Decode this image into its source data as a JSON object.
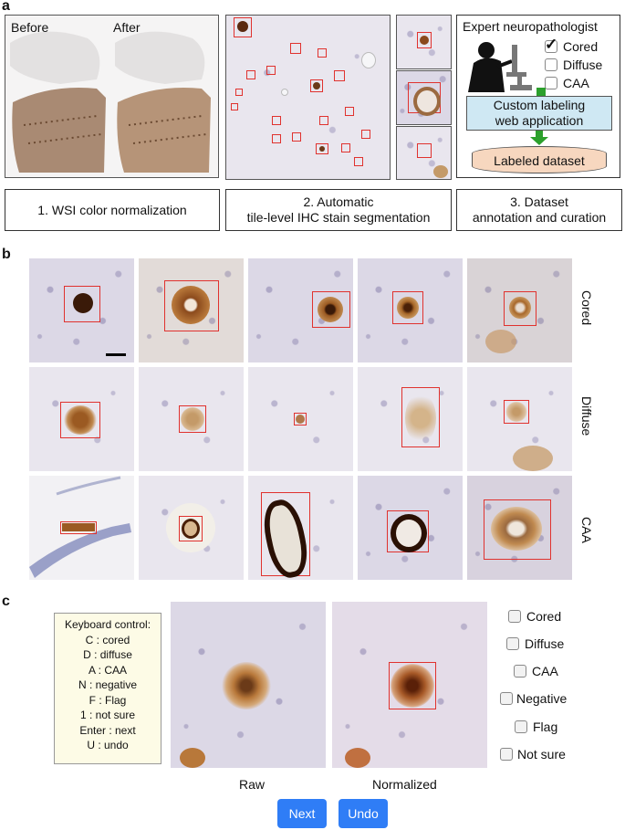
{
  "panels": {
    "a": "a",
    "b": "b",
    "c": "c"
  },
  "panel_a": {
    "wsi_before": "Before",
    "wsi_after": "After",
    "expert_title": "Expert neuropathologist",
    "checkbox_cored": "Cored",
    "checkbox_diffuse": "Diffuse",
    "checkbox_caa": "CAA",
    "checkmark": "✓",
    "web_app_line1": "Custom labeling",
    "web_app_line2": "web application",
    "labeled_dataset": "Labeled dataset",
    "step1": "1. WSI color normalization",
    "step2_line1": "2. Automatic",
    "step2_line2": "tile-level IHC stain segmentation",
    "step3_line1": "3. Dataset",
    "step3_line2": "annotation and curation"
  },
  "panel_b": {
    "row_labels": [
      "Cored",
      "Diffuse",
      "CAA"
    ]
  },
  "panel_c": {
    "keyboard_title": "Keyboard control:",
    "keys": [
      "C : cored",
      "D : diffuse",
      "A : CAA",
      "N : negative",
      "F : Flag",
      "1 : not sure",
      "Enter : next",
      "U : undo"
    ],
    "raw_label": "Raw",
    "normalized_label": "Normalized",
    "options": [
      "Cored",
      "Diffuse",
      "CAA",
      "Negative",
      "Flag",
      "Not sure"
    ],
    "next_button": "Next",
    "undo_button": "Undo"
  },
  "colors": {
    "bounding_box": "#e0322e",
    "button_blue": "#2f7df6",
    "web_app_fill": "#cfe8f3",
    "dataset_fill": "#f7d7bf",
    "arrow_green": "#2ca02c",
    "keyboard_bg": "#fdfbe6"
  }
}
